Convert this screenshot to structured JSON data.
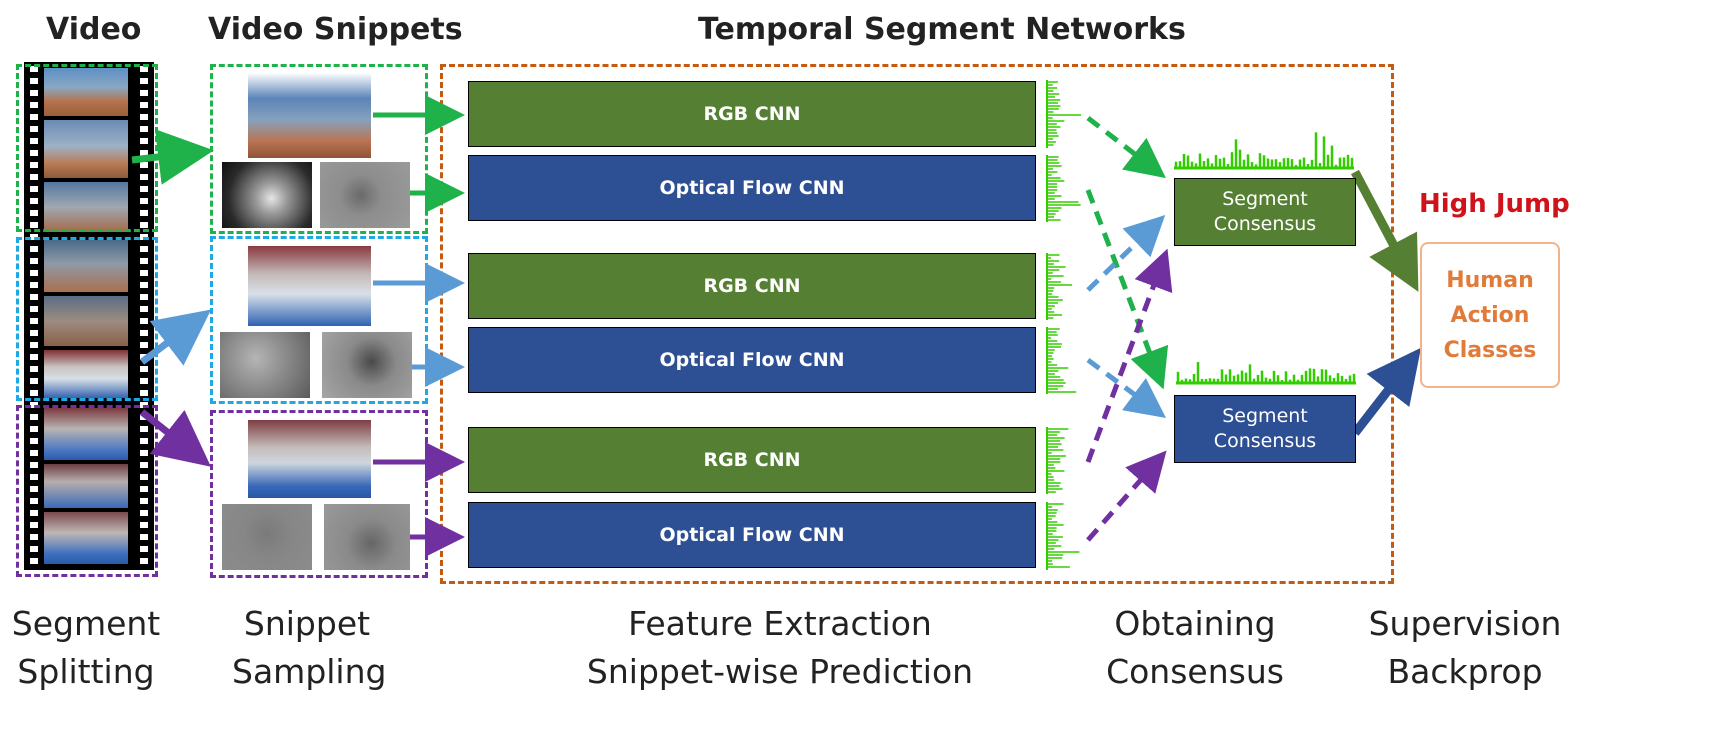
{
  "headers": {
    "video": "Video",
    "snippets": "Video Snippets",
    "tsn": "Temporal Segment Networks"
  },
  "segments": [
    {
      "rgb_label": "RGB CNN",
      "flow_label": "Optical Flow CNN",
      "color": "#1fb24a"
    },
    {
      "rgb_label": "RGB CNN",
      "flow_label": "Optical Flow CNN",
      "color": "#5b9bd5"
    },
    {
      "rgb_label": "RGB CNN",
      "flow_label": "Optical Flow CNN",
      "color": "#7030a0"
    }
  ],
  "consensus": {
    "rgb_line1": "Segment",
    "rgb_line2": "Consensus",
    "flow_line1": "Segment",
    "flow_line2": "Consensus"
  },
  "output": {
    "prediction": "High Jump",
    "classes_label": "Human\nAction\nClasses"
  },
  "captions": [
    {
      "line1": "Segment",
      "line2": "Splitting"
    },
    {
      "line1": "Snippet",
      "line2": "Sampling"
    },
    {
      "line1": "Feature Extraction",
      "line2": "Snippet-wise Prediction"
    },
    {
      "line1": "Obtaining",
      "line2": "Consensus"
    },
    {
      "line1": "Supervision",
      "line2": "Backprop"
    }
  ],
  "colors": {
    "rgb_block": "#558033",
    "flow_block": "#2d4f94",
    "tsn_border": "#c55a11",
    "score_bars": "#33cc00",
    "prediction": "#d0121b",
    "classes_text": "#e07b39"
  }
}
